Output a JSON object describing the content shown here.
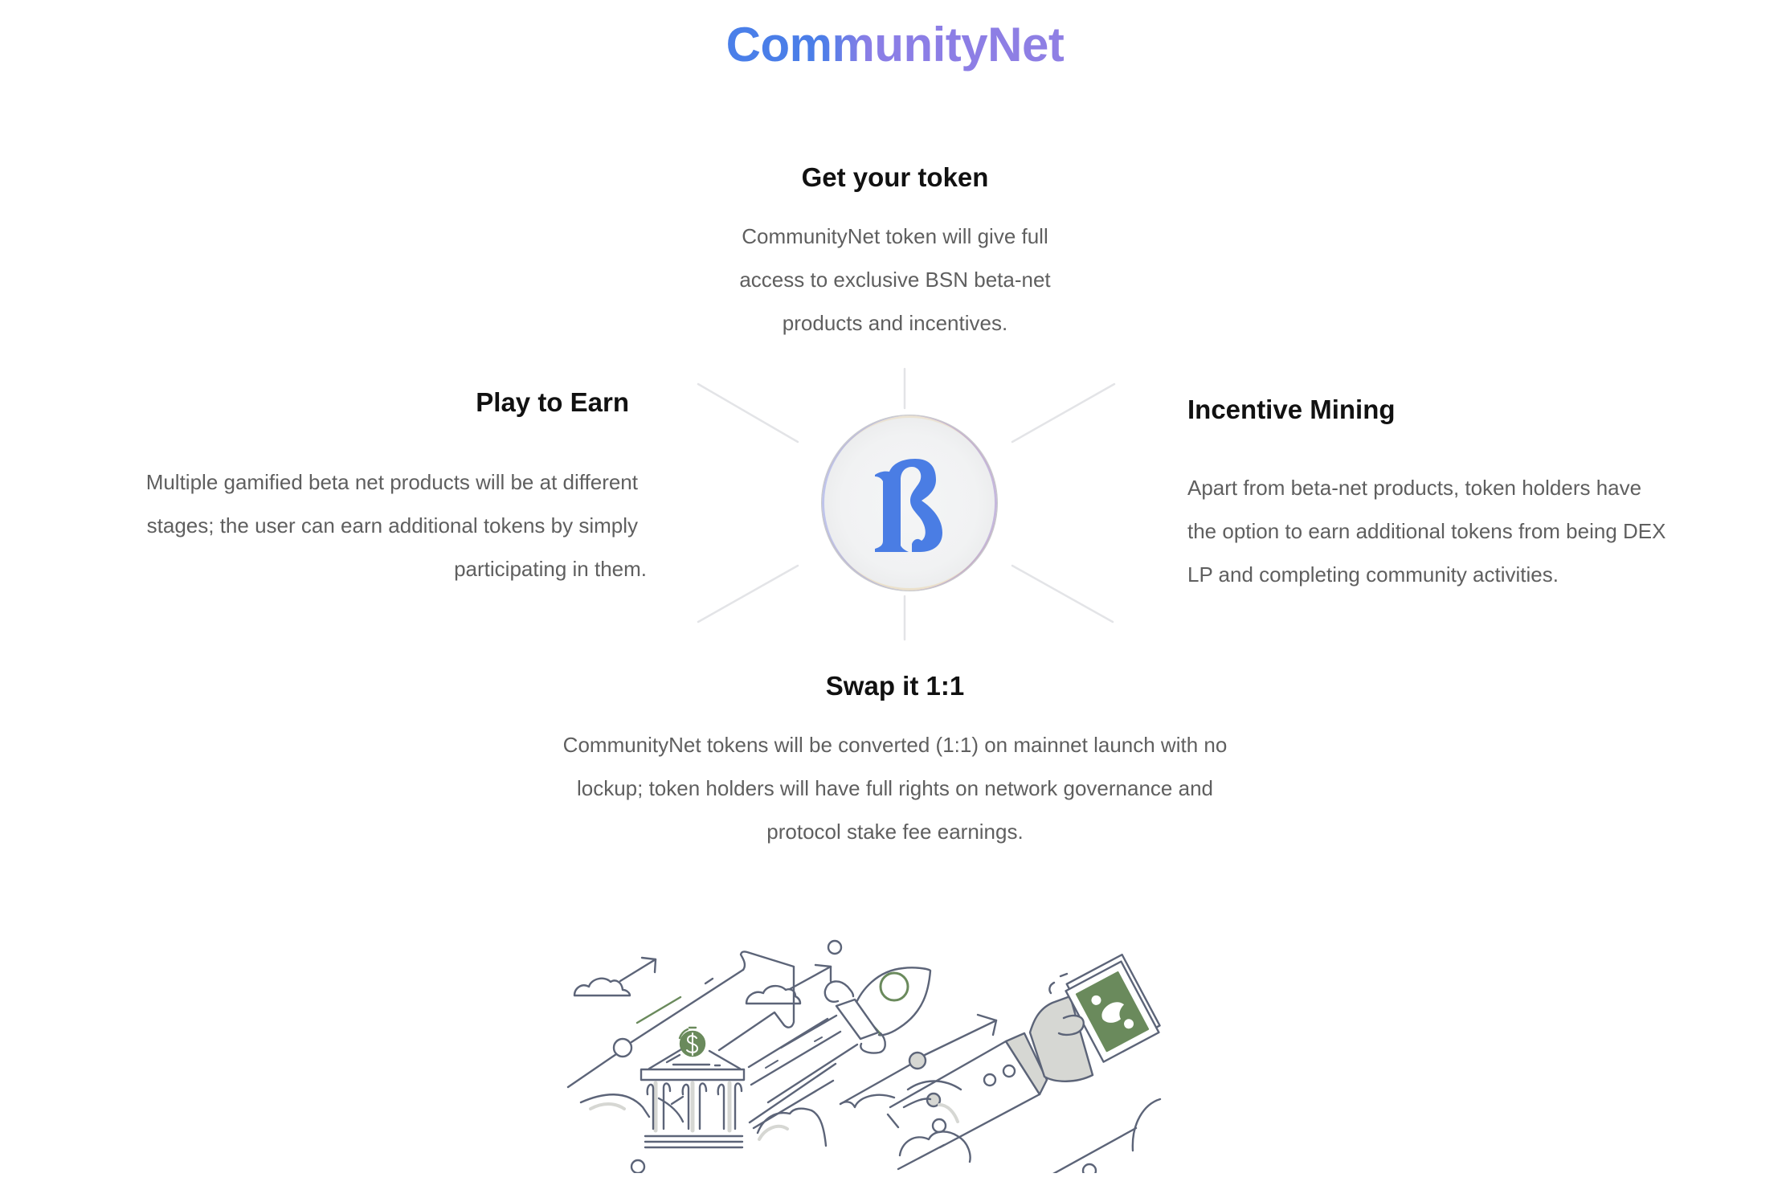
{
  "page": {
    "title": "CommunityNet"
  },
  "colors": {
    "title_gradient_start": "#4a7fe9",
    "title_gradient_end": "#8f7fe4",
    "heading": "#111111",
    "body_text": "#5f5f5f",
    "ray": "#e3e4e7",
    "logo": "#4a7de4",
    "illustration_stroke": "#5c6478",
    "illustration_green": "#6a8a5c",
    "illustration_fill_gray": "#d6d7d3"
  },
  "center_logo": {
    "icon": "bsn-beta-logo-icon",
    "glyph": "B"
  },
  "features": {
    "top": {
      "heading": "Get your token",
      "lines": [
        "CommunityNet token will give full",
        "access to exclusive BSN beta-net",
        "products and incentives."
      ]
    },
    "left": {
      "heading": "Play to Earn",
      "lines": [
        "Multiple gamified beta net products will be at different",
        "stages; the user can earn additional tokens by simply",
        "participating in them."
      ]
    },
    "right": {
      "heading": "Incentive Mining",
      "lines": [
        "Apart from beta-net products, token holders have",
        "the option to earn additional tokens from being DEX",
        "LP and completing community activities."
      ]
    },
    "bottom": {
      "heading": "Swap it 1:1",
      "lines": [
        "CommunityNet tokens will be converted (1:1) on mainnet launch with no",
        "lockup; token holders will have full rights on network governance and",
        "protocol stake fee earnings."
      ]
    }
  },
  "illustration": {
    "icons": [
      "cloud-icon",
      "growth-arrow-icon",
      "bank-icon",
      "dollar-coin-icon",
      "rocket-icon",
      "hand-holding-money-icon"
    ]
  }
}
